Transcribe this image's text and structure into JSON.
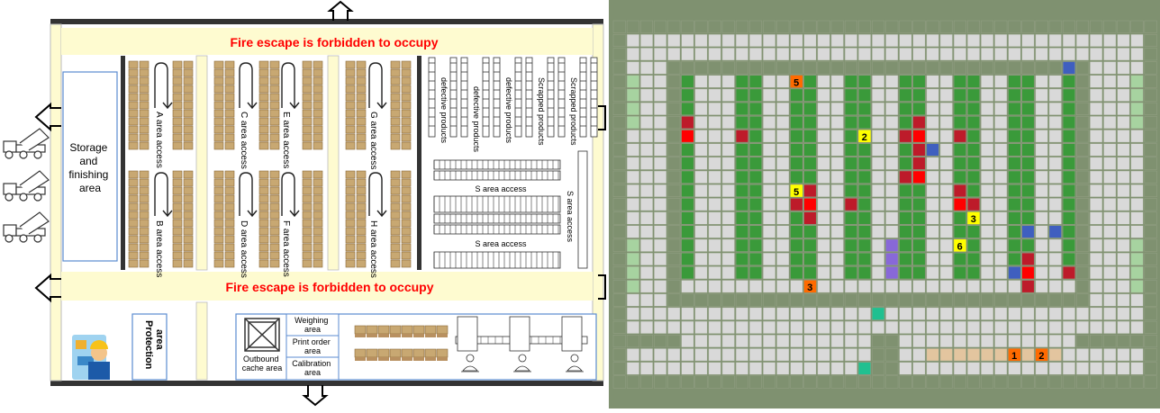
{
  "layout": {
    "fire_escape_top": "Fire escape is forbidden to occupy",
    "fire_escape_bottom": "Fire escape is forbidden to occupy",
    "storage_area": [
      "Storage",
      "and",
      "finishing",
      "area"
    ],
    "shelf_access": [
      {
        "label": "A area access"
      },
      {
        "label": "B area access"
      },
      {
        "label": "C area access"
      },
      {
        "label": "D area access"
      },
      {
        "label": "E area access"
      },
      {
        "label": "F area access"
      },
      {
        "label": "G area access"
      },
      {
        "label": "H area access"
      }
    ],
    "product_columns": [
      {
        "label": "defective products"
      },
      {
        "label": "defective products"
      },
      {
        "label": "defective products"
      },
      {
        "label": "Scrapped products"
      },
      {
        "label": "Scrapped products"
      }
    ],
    "s_access_upper": "S area access",
    "s_access_lower": "S area access",
    "s_access_vertical": "S area access",
    "protection_area": [
      "Protection",
      "area"
    ],
    "outbound_cache": [
      "Outbound",
      "cache area"
    ],
    "weighing_area": [
      "Weighing",
      "area"
    ],
    "print_order_area": [
      "Print order",
      "area"
    ],
    "calibration_area": [
      "Calibration",
      "area"
    ],
    "colors": {
      "fire_band": "#fefbd0",
      "fire_text": "#ff0000",
      "wall": "#333333",
      "box": "#c8a872",
      "area_border": "#5b8bd0"
    }
  },
  "grid": {
    "cols": 40,
    "rows": 27,
    "colors": {
      "background": "#7f9170",
      "free": "#d9d9d9",
      "wall": "#7f9170",
      "shelf": "#3a9a3a",
      "entrance": "#a7d3a0",
      "robot": "#bd1b2a",
      "robot_bright": "#ff0000",
      "blue_station": "#3f5fbf",
      "purple_station": "#8868d8",
      "teal_station": "#20c090",
      "work_lane": "#e3c59f",
      "task_yellow": "#ffff00",
      "task_orange": "#ff6a00"
    },
    "shelves": [
      {
        "col": 5,
        "rows": [
          4,
          18
        ]
      },
      {
        "col": 9,
        "rows": [
          4,
          18
        ]
      },
      {
        "col": 10,
        "rows": [
          4,
          18
        ]
      },
      {
        "col": 13,
        "rows": [
          4,
          18
        ]
      },
      {
        "col": 14,
        "rows": [
          4,
          18
        ]
      },
      {
        "col": 17,
        "rows": [
          4,
          18
        ]
      },
      {
        "col": 18,
        "rows": [
          4,
          18
        ]
      },
      {
        "col": 21,
        "rows": [
          4,
          18
        ]
      },
      {
        "col": 22,
        "rows": [
          4,
          18
        ]
      },
      {
        "col": 25,
        "rows": [
          4,
          18
        ]
      },
      {
        "col": 26,
        "rows": [
          4,
          18
        ]
      },
      {
        "col": 29,
        "rows": [
          4,
          18
        ]
      },
      {
        "col": 30,
        "rows": [
          4,
          18
        ]
      },
      {
        "col": 33,
        "rows": [
          4,
          18
        ]
      }
    ],
    "robots": [
      {
        "col": 5,
        "row": 7,
        "tone": "dark"
      },
      {
        "col": 5,
        "row": 8,
        "tone": "bright"
      },
      {
        "col": 9,
        "row": 8,
        "tone": "dark"
      },
      {
        "col": 21,
        "row": 8,
        "tone": "dark"
      },
      {
        "col": 22,
        "row": 7,
        "tone": "dark"
      },
      {
        "col": 22,
        "row": 8,
        "tone": "bright"
      },
      {
        "col": 22,
        "row": 9,
        "tone": "dark"
      },
      {
        "col": 22,
        "row": 10,
        "tone": "dark"
      },
      {
        "col": 21,
        "row": 11,
        "tone": "dark"
      },
      {
        "col": 22,
        "row": 11,
        "tone": "bright"
      },
      {
        "col": 25,
        "row": 8,
        "tone": "dark"
      },
      {
        "col": 25,
        "row": 12,
        "tone": "dark"
      },
      {
        "col": 25,
        "row": 13,
        "tone": "bright"
      },
      {
        "col": 26,
        "row": 13,
        "tone": "dark"
      },
      {
        "col": 14,
        "row": 12,
        "tone": "dark"
      },
      {
        "col": 13,
        "row": 13,
        "tone": "dark"
      },
      {
        "col": 14,
        "row": 13,
        "tone": "bright"
      },
      {
        "col": 14,
        "row": 14,
        "tone": "dark"
      },
      {
        "col": 17,
        "row": 13,
        "tone": "dark"
      },
      {
        "col": 30,
        "row": 17,
        "tone": "dark"
      },
      {
        "col": 30,
        "row": 18,
        "tone": "bright"
      },
      {
        "col": 30,
        "row": 19,
        "tone": "dark"
      },
      {
        "col": 33,
        "row": 18,
        "tone": "dark"
      }
    ],
    "blue_stations": [
      {
        "col": 33,
        "row": 3
      },
      {
        "col": 23,
        "row": 9
      },
      {
        "col": 30,
        "row": 15
      },
      {
        "col": 32,
        "row": 15
      },
      {
        "col": 29,
        "row": 18
      }
    ],
    "purple_stations": [
      {
        "col": 20,
        "row": 16
      },
      {
        "col": 20,
        "row": 17
      },
      {
        "col": 20,
        "row": 18
      }
    ],
    "teal_stations": [
      {
        "col": 19,
        "row": 21
      },
      {
        "col": 18,
        "row": 25
      }
    ],
    "work_lane": {
      "row": 24,
      "cols": [
        23,
        32
      ]
    },
    "tasks": [
      {
        "col": 13,
        "row": 4,
        "label": "5",
        "color": "orange"
      },
      {
        "col": 18,
        "row": 8,
        "label": "2",
        "color": "yellow"
      },
      {
        "col": 13,
        "row": 12,
        "label": "5",
        "color": "yellow"
      },
      {
        "col": 26,
        "row": 14,
        "label": "3",
        "color": "yellow"
      },
      {
        "col": 25,
        "row": 16,
        "label": "6",
        "color": "yellow"
      },
      {
        "col": 14,
        "row": 19,
        "label": "3",
        "color": "orange"
      },
      {
        "col": 29,
        "row": 24,
        "label": "1",
        "color": "orange"
      },
      {
        "col": 31,
        "row": 24,
        "label": "2",
        "color": "orange"
      }
    ]
  }
}
